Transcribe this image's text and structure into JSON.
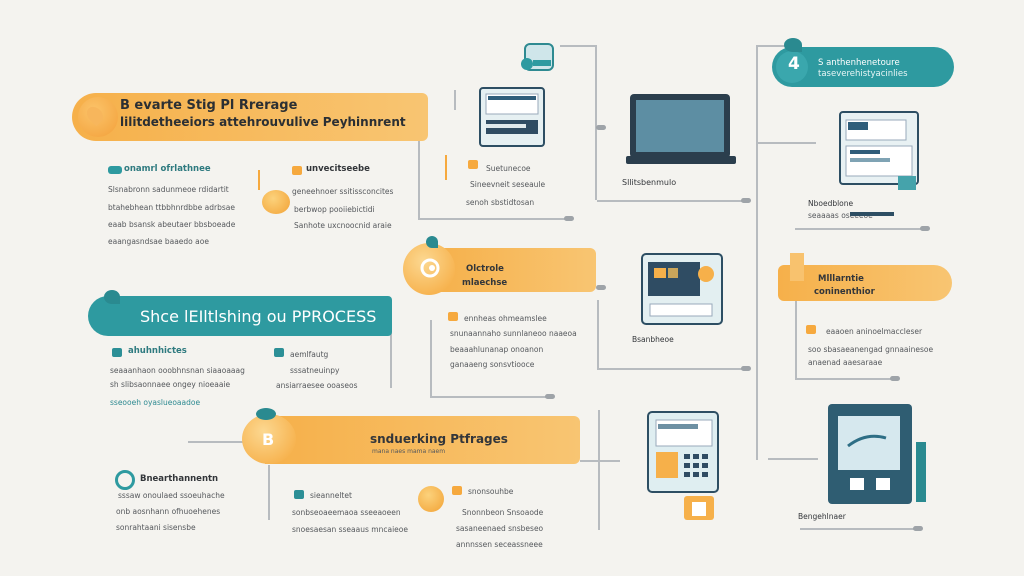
{
  "colors": {
    "orange": "#f6b04a",
    "teal": "#2e9aa0",
    "dark": "#2f3d48",
    "line": "#b7bbbf",
    "bg": "#f4f3ef"
  },
  "banner1": {
    "line1": "B evarte Stig Pl Rrerage",
    "line2": "lilitdetheeiors attehrouvulive Peyhinnrent"
  },
  "teal_banner": {
    "title": "Shce lEIltlshing ou PPROCESS"
  },
  "circle_banner": {
    "title": "Olctrole",
    "subtitle": "mlaechse"
  },
  "bottom_banner": {
    "title": "snduerking Ptfrages",
    "sub": "mana naes mama naem"
  },
  "top_right_banner": {
    "number": "4",
    "line1": "S anthenhenetoure",
    "line2": "taseverehistyacinlies"
  },
  "right_banner": {
    "line1": "Mlllarntie",
    "line2": "coninenthior"
  },
  "left_block1": {
    "heading": "onamrl ofrlathnee",
    "lines": [
      "Slsnabronn sadunmeoe rdidartit",
      "btahebhean ttbbhnrdbbe adrbsae",
      "eaab bsansk abeutaer bbsboeade",
      "eaangasndsae baaedo aoe"
    ]
  },
  "mid_block1": {
    "heading": "unvecitseebe",
    "lines": [
      "geneehnoer ssitissconcites",
      "berbwop pooiiebictidi",
      "Sanhote uxcnoocnid araie"
    ]
  },
  "mid_block2": {
    "heading": "Suetunecoe",
    "lines": [
      "Sineevneit seseaule",
      "senoh sbstidtosan"
    ]
  },
  "laptop_label": "Sllitsbenmulo",
  "screen_block": {
    "label": "Nboedblone",
    "line": "seaaaas oseeeoe"
  },
  "left_block2": {
    "heading": "ahuhnhictes",
    "lines": [
      "seaaanhaon ooobhnsnan siaaoaaag",
      "sh slibsaonnaee ongey nioeaaie",
      "sseooeh oyaslueoaadoe"
    ]
  },
  "mid_block3": {
    "heading": "aemlfautg",
    "lines": [
      "sssatneuinpy",
      "ansiarraesee ooaseos"
    ]
  },
  "center_block": {
    "heading": "ennheas ohmeamslee",
    "lines": [
      "snunaannaho sunnlaneoo naaeoa",
      "beaaahlunanap onoanon",
      "ganaaeng sonsvtiooce"
    ]
  },
  "pos_label": "Bsanbheoe",
  "right_block": {
    "heading": "eaaoen aninoelmaccleser",
    "lines": [
      "soo sbasaeanengad gnnaainesoe",
      "anaenad aaesaraae"
    ]
  },
  "bottom_left": {
    "heading": "Bnearthannentn",
    "lines": [
      "sssaw onoulaed ssoeuhache",
      "onb aosnhann ofhuoehenes",
      "sonrahtaani sisensbe"
    ]
  },
  "bottom_mid": {
    "heading": "sieanneltet",
    "lines": [
      "sonbseoaeemaoa sseeaoeen",
      "snoesaesan sseaaus mncaieoe"
    ]
  },
  "bottom_mid2": {
    "heading": "snonsouhbe",
    "lines": [
      "Snonnbeon Snsoaode",
      "sasaneenaed snsbeseo",
      "annnssen seceassneee"
    ]
  },
  "tablet_label": "Bengehlnaer"
}
